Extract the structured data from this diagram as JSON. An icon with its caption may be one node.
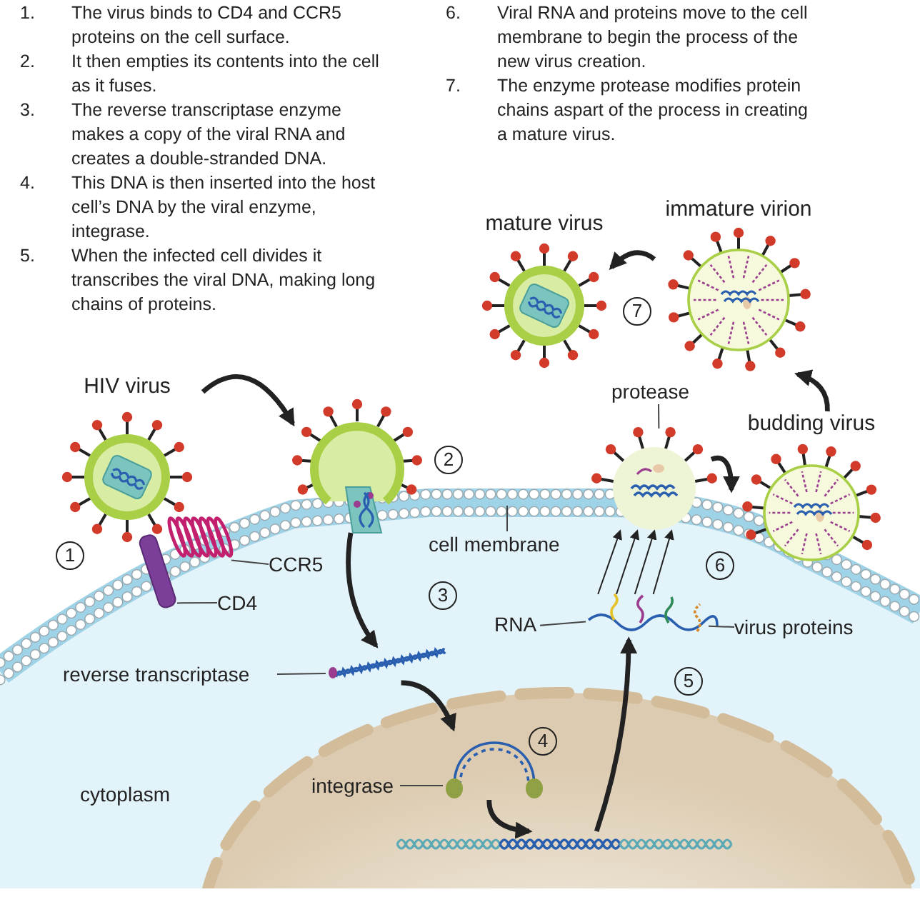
{
  "diagram": {
    "nodes": [
      {
        "text": [
          "mature virus"
        ]
      },
      {
        "text": [
          "immature virion"
        ]
      },
      {
        "text": [
          "HIV virus"
        ]
      },
      {
        "text": [],
        "shape": "picture"
      },
      {
        "text": [
          "protease"
        ]
      },
      {
        "text": [],
        "shape": "picture"
      },
      {
        "text": [
          "budding virus"
        ]
      },
      {
        "text": [],
        "shape": "picture"
      },
      {
        "text": [
          "CCR5"
        ]
      },
      {
        "text": [],
        "shape": "bar"
      },
      {
        "text": [
          "CD4"
        ]
      },
      {
        "text": [
          "cell membrane"
        ]
      },
      {
        "text": [
          "RNA"
        ]
      },
      {
        "text": [],
        "shape": "picture"
      },
      {
        "text": [
          "virus proteins"
        ]
      },
      {
        "text": [
          "reverse transcriptase"
        ]
      },
      {
        "text": [],
        "shape": "picture"
      },
      {
        "text": [],
        "shape": "picture"
      },
      {
        "text": [
          "integrase"
        ]
      },
      {
        "text": [],
        "shape": "picture"
      }
    ],
    "edges": [
      {
        "from": 2,
        "to": 3,
        "arrow": "to",
        "style": "thick"
      },
      {
        "from": 3,
        "to": 16,
        "arrow": "to",
        "style": "thick"
      },
      {
        "from": 16,
        "to": 17,
        "arrow": "to",
        "style": "thick"
      },
      {
        "from": 17,
        "to": 19,
        "arrow": "to",
        "style": "thick"
      },
      {
        "from": 19,
        "to": 13,
        "arrow": "to",
        "style": "thick"
      },
      {
        "from": 13,
        "to": 5,
        "arrow": "to"
      },
      {
        "from": 13,
        "to": 5,
        "arrow": "to"
      },
      {
        "from": 13,
        "to": 5,
        "arrow": "to"
      },
      {
        "from": 13,
        "to": 5,
        "arrow": "to"
      },
      {
        "from": 5,
        "to": 6,
        "arrow": "to",
        "style": "thick"
      },
      {
        "from": 6,
        "to": 1,
        "arrow": "to",
        "style": "thick"
      },
      {
        "from": 1,
        "to": 0,
        "arrow": "to",
        "style": "thick"
      },
      {
        "from": 8,
        "to": 7,
        "arrow": "none"
      },
      {
        "from": 10,
        "to": 9,
        "arrow": "none"
      },
      {
        "from": 11,
        "to": null,
        "arrow": "none"
      },
      {
        "from": 12,
        "to": 13,
        "arrow": "none"
      },
      {
        "from": 14,
        "to": 13,
        "arrow": "none"
      },
      {
        "from": 15,
        "to": 16,
        "arrow": "none"
      },
      {
        "from": 18,
        "to": 17,
        "arrow": "none"
      },
      {
        "from": 4,
        "to": 5,
        "arrow": "none"
      }
    ],
    "labels": [
      "1.",
      "The virus binds to CD4 and CCR5 proteins on the cell surface.",
      "2.",
      "It then empties its contents into the cell as it fuses.",
      "3.",
      "The reverse transcriptase enzyme makes a copy of the viral RNA and creates a double-stranded DNA.",
      "4.",
      "This DNA is then inserted into the host cell’s DNA by the viral enzyme, integrase.",
      "5.",
      "When the infected cell divides it transcribes the viral DNA, making long chains of proteins.",
      "6.",
      "Viral RNA and proteins move to the cell membrane to begin the process of the new virus creation.",
      "7.",
      "The enzyme protease modifies protein chains aspart of the process in creating a mature virus.",
      "1",
      "2",
      "3",
      "4",
      "5",
      "6",
      "7",
      "cytoplasm"
    ]
  }
}
